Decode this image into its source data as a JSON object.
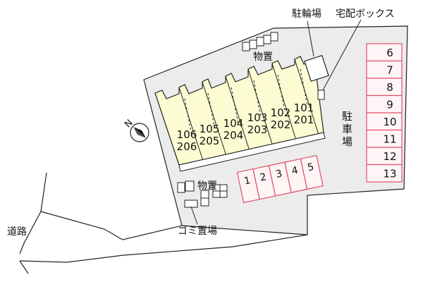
{
  "labels": {
    "bicycle_parking": "駐輪場",
    "delivery_box": "宅配ボックス",
    "storage_top": "物置",
    "storage_bottom": "物置",
    "parking_line1": "駐",
    "parking_line2": "車",
    "parking_line3": "場",
    "garbage": "ゴミ置場",
    "road": "道路"
  },
  "north_label": "N",
  "units_upper": [
    "101",
    "102",
    "103",
    "104",
    "105",
    "106"
  ],
  "units_lower": [
    "201",
    "202",
    "203",
    "204",
    "205",
    "206"
  ],
  "parking_left": [
    "1",
    "2",
    "3",
    "4",
    "5"
  ],
  "parking_right": [
    "6",
    "7",
    "8",
    "9",
    "10",
    "11",
    "12",
    "13"
  ],
  "colors": {
    "site": "#ececec",
    "building": "#fdfbd2",
    "parking_fill": "#fff4f6",
    "parking_stroke": "#e0506a",
    "line": "#222222"
  }
}
